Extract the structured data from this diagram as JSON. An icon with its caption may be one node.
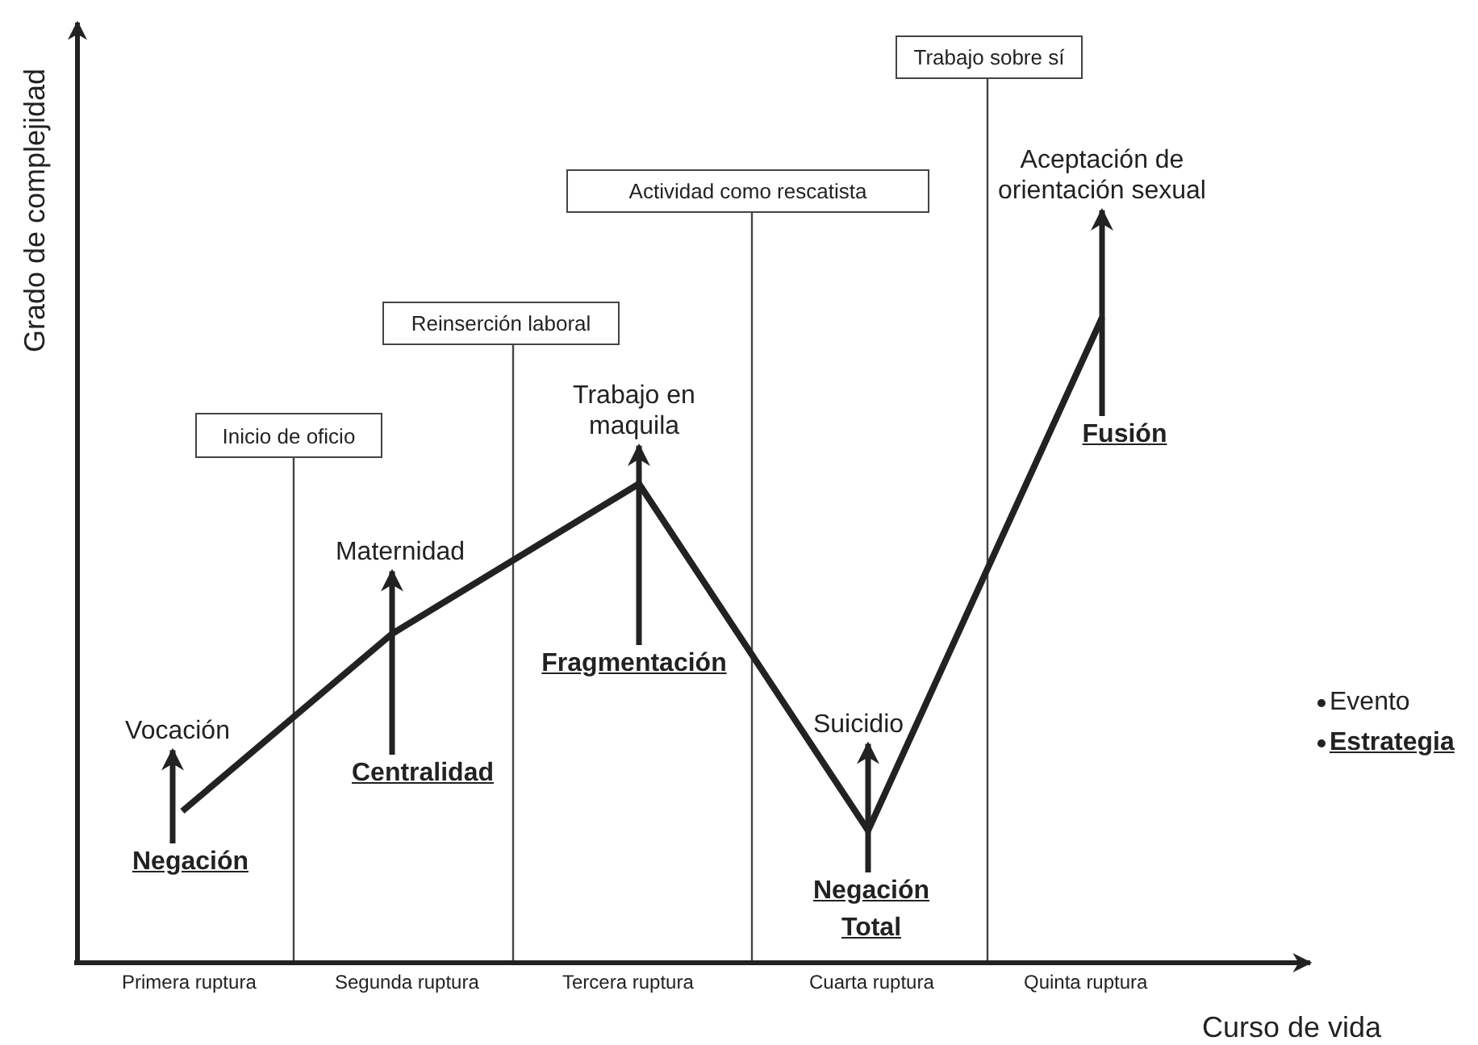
{
  "diagram": {
    "nodes": [
      {
        "text": [
          "Trabajo sobre sí"
        ]
      },
      {
        "text": [
          "Aceptación de orientación sexual"
        ]
      },
      {
        "text": [
          "Actividad como rescatista"
        ]
      },
      {
        "text": [
          "Reinserción laboral"
        ]
      },
      {
        "text": [
          "Trabajo en maquila"
        ]
      },
      {
        "text": [
          "Inicio de oficio"
        ]
      },
      {
        "text": [
          "Fusión"
        ]
      },
      {
        "text": [
          "Maternidad"
        ]
      },
      {
        "text": [
          "Fragmentación"
        ]
      },
      {
        "text": [
          "Vocación"
        ]
      },
      {
        "text": [
          "Suicidio"
        ]
      },
      {
        "text": [
          "Centralidad"
        ]
      },
      {
        "text": [
          "Negación"
        ]
      },
      {
        "text": [
          "Negación Total"
        ]
      }
    ],
    "edges": [
      {
        "from": 12,
        "to": 9,
        "arrow": "to"
      },
      {
        "from": 11,
        "to": 7,
        "arrow": "to"
      },
      {
        "from": 8,
        "to": 4,
        "arrow": "to"
      },
      {
        "from": 13,
        "to": 10,
        "arrow": "to"
      },
      {
        "from": 6,
        "to": 1,
        "arrow": "to"
      }
    ],
    "labels": [
      "Grado de complejidad",
      "Primera ruptura",
      "Segunda ruptura",
      "Tercera ruptura",
      "Cuarta ruptura",
      "Quinta ruptura",
      "Curso de vida"
    ],
    "legend": [
      {
        "text": "Evento"
      },
      {
        "text": "Estrategia"
      }
    ]
  }
}
